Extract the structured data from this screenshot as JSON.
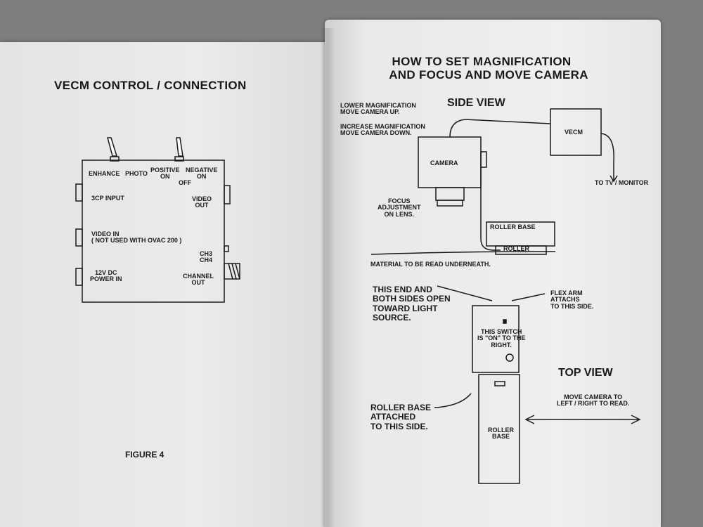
{
  "left_page": {
    "title": "VECM CONTROL / CONNECTION",
    "figure_label": "FIGURE 4",
    "panel": {
      "enhance": "ENHANCE",
      "photo": "PHOTO",
      "positive_on": "POSITIVE\nON",
      "off": "OFF",
      "negative_on": "NEGATIVE\nON",
      "input_3cp": "3CP INPUT",
      "video_out": "VIDEO\nOUT",
      "video_in": "VIDEO IN\n( NOT USED WITH OVAC 200 )",
      "ch3_ch4": "CH3\nCH4",
      "power_in": "12V DC\nPOWER IN",
      "channel_out": "CHANNEL\nOUT"
    }
  },
  "right_page": {
    "title_line1": "HOW TO SET MAGNIFICATION",
    "title_line2": "AND FOCUS AND MOVE CAMERA",
    "side_view": {
      "heading": "SIDE VIEW",
      "lower_mag": "LOWER MAGNIFICATION\nMOVE CAMERA UP.",
      "increase_mag": "INCREASE MAGNIFICATION\nMOVE CAMERA DOWN.",
      "camera": "CAMERA",
      "vecm": "VECM",
      "to_monitor": "TO TV / MONITOR",
      "focus": "FOCUS\nADJUSTMENT\nON LENS.",
      "roller_base": "ROLLER BASE",
      "roller": "ROLLER",
      "material": "MATERIAL TO BE READ UNDERNEATH."
    },
    "top_view": {
      "heading": "TOP VIEW",
      "open_end": "THIS END AND\nBOTH SIDES OPEN\nTOWARD LIGHT\nSOURCE.",
      "flex_arm": "FLEX ARM\nATTACHS\nTO THIS SIDE.",
      "switch_note": "THIS SWITCH\nIS \"ON\" TO THE\nRIGHT.",
      "roller_base_attached": "ROLLER BASE\nATTACHED\nTO THIS SIDE.",
      "roller_base": "ROLLER\nBASE",
      "move_camera": "MOVE CAMERA TO\nLEFT / RIGHT TO READ."
    }
  }
}
